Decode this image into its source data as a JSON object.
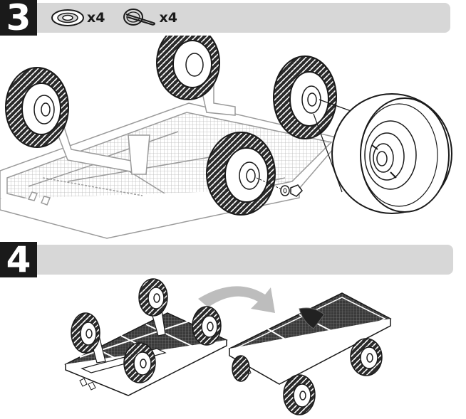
{
  "steps": [
    {
      "number": "3",
      "parts": [
        {
          "icon": "washer-icon",
          "qty": "x4"
        },
        {
          "icon": "cotter-pin-icon",
          "qty": "x4"
        }
      ]
    },
    {
      "number": "4",
      "parts": []
    }
  ],
  "colors": {
    "number_block": "#1a1a1a",
    "header_bar": "#d7d7d7",
    "line_art": "#1a1a1a",
    "faded_art": "#9a9a9a",
    "arrow": "#bdbdbd"
  }
}
